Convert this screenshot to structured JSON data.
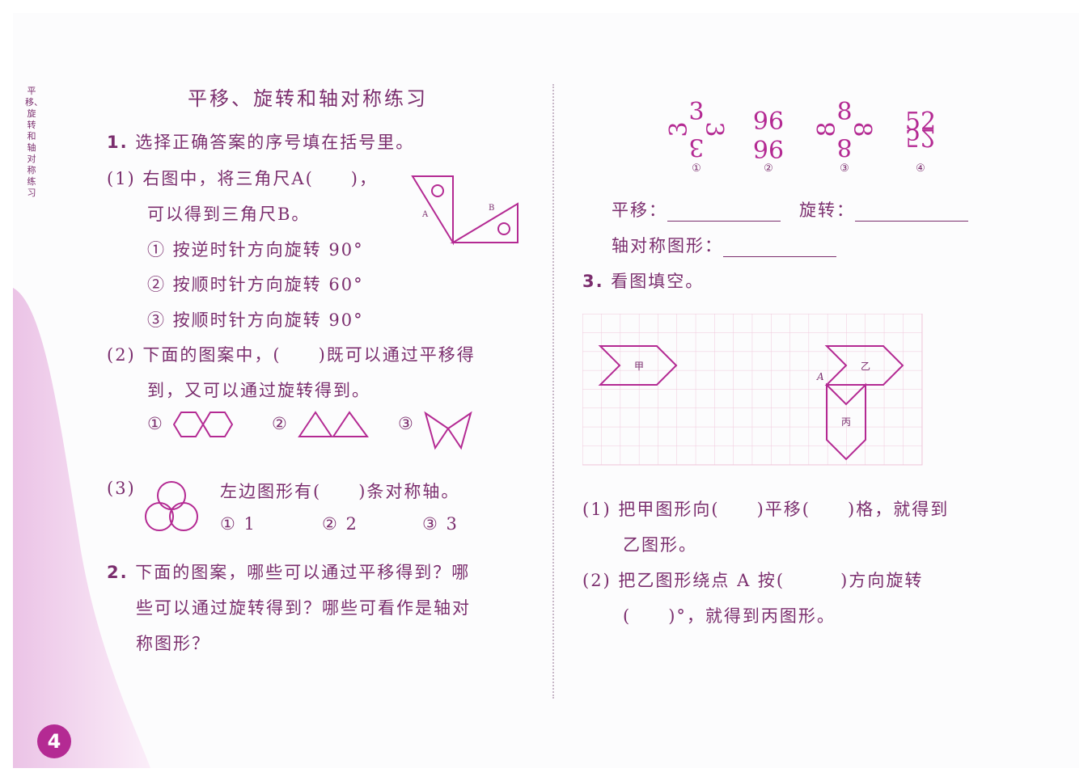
{
  "side_label": "平移、旋转和轴对称练习",
  "page_number": "4",
  "title": "平移、旋转和轴对称练习",
  "q1": {
    "num": "1.",
    "text": "选择正确答案的序号填在括号里。",
    "p1_line1": "(1) 右图中，将三角尺A(　　)，",
    "p1_line2": "可以得到三角尺B。",
    "p1_opt1": "① 按逆时针方向旋转 90°",
    "p1_opt2": "② 按顺时针方向旋转 60°",
    "p1_opt3": "③ 按顺时针方向旋转 90°",
    "tri_a": "A",
    "tri_b": "B",
    "p2_line1": "(2) 下面的图案中，(　　)既可以通过平移得",
    "p2_line2": "到，又可以通过旋转得到。",
    "p2_m1": "①",
    "p2_m2": "②",
    "p2_m3": "③",
    "p3_label": "(3)",
    "p3_text": "左边图形有(　　)条对称轴。",
    "p3_opt1": "① 1",
    "p3_opt2": "② 2",
    "p3_opt3": "③ 3"
  },
  "q2": {
    "num": "2.",
    "line1": "下面的图案，哪些可以通过平移得到？哪",
    "line2": "些可以通过旋转得到？哪些可看作是轴对",
    "line3": "称图形？",
    "labels": [
      "①",
      "②",
      "③",
      "④"
    ],
    "pat1": "3",
    "pat2": "96",
    "pat3": "8",
    "pat4": "52",
    "pingyi": "平移：",
    "xuanzhuan": "旋转：",
    "zhouduicheng": "轴对称图形："
  },
  "q3": {
    "num": "3.",
    "text": "看图填空。",
    "jia": "甲",
    "yi": "乙",
    "bing": "丙",
    "point_a": "A",
    "s1_line1": "(1) 把甲图形向(　　)平移(　　)格，就得到",
    "s1_line2": "乙图形。",
    "s2_line1": "(2) 把乙图形绕点 A 按(　　　)方向旋转",
    "s2_line2": "(　　)°，就得到丙图形。"
  },
  "colors": {
    "ink": "#7b2e6e",
    "accent": "#b42a93",
    "grid": "#f0c8dc"
  }
}
